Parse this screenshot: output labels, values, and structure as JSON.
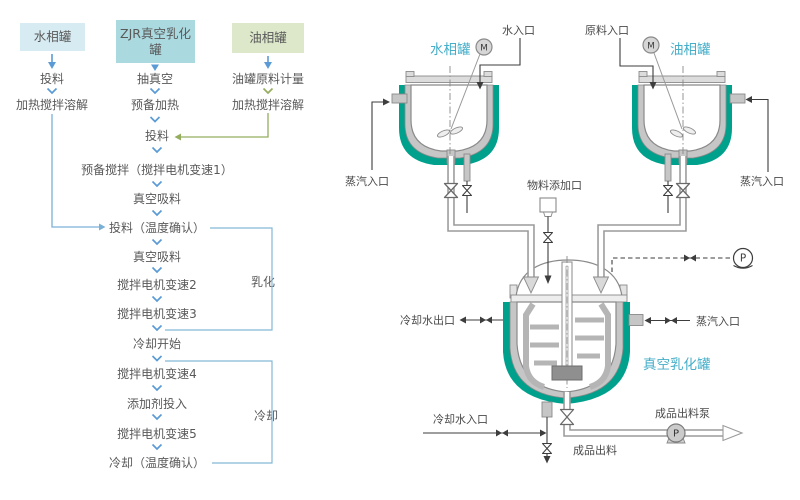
{
  "colors": {
    "jacket_teal": "#00a18c",
    "tank_label_teal": "#45aec8",
    "flow_arrow_blue": "#5b9bd5",
    "flow_line_blue": "#7ab0d6",
    "flow_green": "#95ad5e",
    "bracket_blue": "#85b7d7",
    "box_water_bg": "#d7ebf2",
    "box_zjr_bg": "#abd9e0",
    "box_oil_bg": "#dce8c9",
    "text_gray": "#595959"
  },
  "flowchart": {
    "headers": {
      "water": "水相罐",
      "zjr": "ZJR真空乳化罐",
      "oil": "油相罐"
    },
    "water_steps": [
      "投料",
      "加热搅拌溶解"
    ],
    "zjr_steps": [
      "抽真空",
      "预备加热"
    ],
    "oil_steps": [
      "油罐原料计量",
      "加热搅拌溶解"
    ],
    "main_steps": [
      "投料",
      "预备搅拌（搅拌电机变速1）",
      "真空吸料",
      "投料（温度确认）",
      "真空吸料",
      "搅拌电机变速2",
      "搅拌电机变速3",
      "冷却开始",
      "搅拌电机变速4",
      "添加剂投入",
      "搅拌电机变速5",
      "冷却（温度确认）"
    ],
    "stage_labels": {
      "emulsify": "乳化",
      "cool": "冷却"
    }
  },
  "diagram": {
    "water_tank": {
      "name": "水相罐",
      "motor": "M",
      "inlet": "水入口",
      "steam": "蒸汽入口"
    },
    "oil_tank": {
      "name": "油相罐",
      "motor": "M",
      "inlet": "原料入口",
      "steam": "蒸汽入口"
    },
    "emulsifier": {
      "name": "真空乳化罐",
      "material_port": "物料添加口",
      "steam": "蒸汽入口",
      "cooling_out": "冷却水出口",
      "cooling_in": "冷却水入口",
      "product_pump": "成品出料泵",
      "product_out": "成品出料",
      "vacuum_pump": "P",
      "pump": "P"
    }
  }
}
